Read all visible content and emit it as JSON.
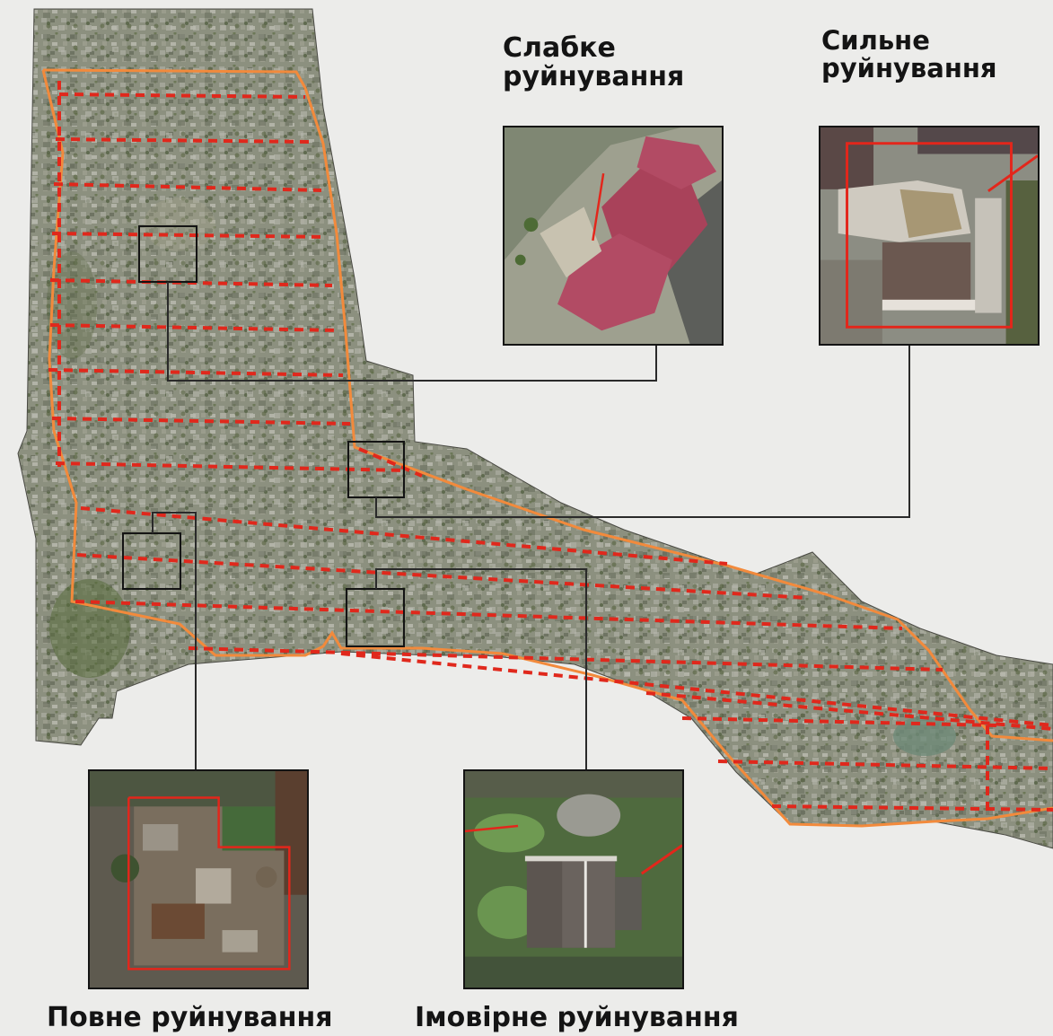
{
  "labels": {
    "slight": [
      "Слабке",
      "руйнування"
    ],
    "heavy": [
      "Сильне",
      "руйнування"
    ],
    "full": "Повне руйнування",
    "probable": "Імовірне руйнування"
  },
  "colors": {
    "terrain": "#8f9383",
    "boundary": "#f28a3c",
    "grid_dash": "#e0281c",
    "leader": "#2a2a2a",
    "damage_mark": "#e3261b"
  },
  "icons": {
    "damage_arrow": "red-arrow-icon"
  }
}
